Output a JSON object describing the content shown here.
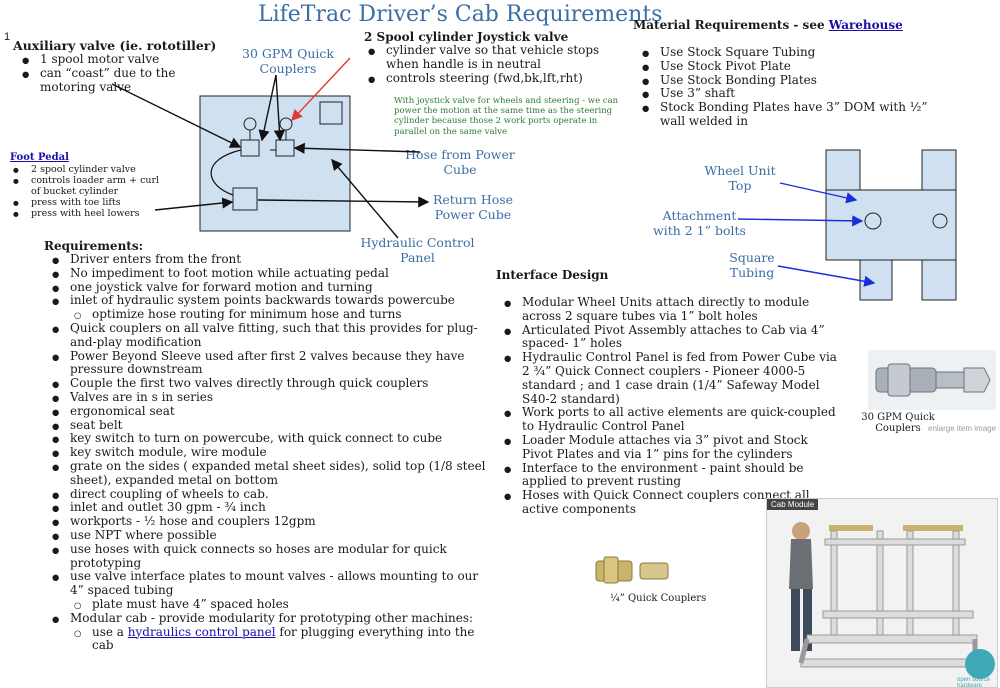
{
  "title": "LifeTrac Driver’s Cab Requirements",
  "footnote_marker": "1",
  "aux_valve": {
    "heading": "Auxiliary valve (ie. rototiller)",
    "items": [
      "1 spool motor valve",
      "can “coast” due to the motoring valve"
    ]
  },
  "diagram_left": {
    "couplers_label": "30 GPM Quick Couplers",
    "hose_from": "Hose from Power Cube",
    "return_hose": "Return Hose Power Cube",
    "control_panel": "Hydraulic Control Panel"
  },
  "joystick": {
    "heading": "2 Spool cylinder Joystick  valve",
    "items": [
      "cylinder valve so that vehicle stops when handle is in neutral",
      "controls steering (fwd,bk,lft,rht)"
    ],
    "note": "With joystick valve for wheels and steering - we can power the motion at the same time as the steering cylinder because those 2 work ports operate in parallel on the same valve"
  },
  "foot_pedal": {
    "heading": "Foot Pedal",
    "items": [
      "2 spool cylinder valve",
      "controls loader arm + curl of bucket cylinder",
      "press with toe lifts",
      "press with heel lowers"
    ]
  },
  "requirements": {
    "heading": "Requirements:",
    "items": [
      {
        "text": "Driver enters from the front",
        "level": 1
      },
      {
        "text": "No impediment to foot motion while actuating pedal",
        "level": 1
      },
      {
        "text": "one joystick valve for forward motion and turning",
        "level": 1
      },
      {
        "text": "inlet of hydraulic system points backwards towards powercube",
        "level": 1
      },
      {
        "text": "optimize hose routing for minimum hose and turns",
        "level": 2
      },
      {
        "text": "Quick couplers on all valve fitting, such that this provides for plug-and-play modification",
        "level": 1
      },
      {
        "text": "Power Beyond Sleeve used after first 2 valves because they have pressure downstream",
        "level": 1
      },
      {
        "text": "Couple the first two valves directly through quick couplers",
        "level": 1
      },
      {
        "text": "Valves are in s in series",
        "level": 1
      },
      {
        "text": "ergonomical seat",
        "level": 1
      },
      {
        "text": "seat belt",
        "level": 1
      },
      {
        "text": "key switch to turn on powercube, with quick connect to cube",
        "level": 1
      },
      {
        "text": "key switch module, wire module",
        "level": 1
      },
      {
        "text": "grate on the sides ( expanded metal sheet  sides), solid top (1/8 steel sheet), expanded metal on bottom",
        "level": 1
      },
      {
        "text": "direct coupling of wheels to cab.",
        "level": 1
      },
      {
        "text": "inlet and outlet 30 gpm - ¾ inch",
        "level": 1
      },
      {
        "text": "workports - ½ hose and couplers 12gpm",
        "level": 1
      },
      {
        "text": "use NPT where possible",
        "level": 1
      },
      {
        "text": "use hoses with quick connects so hoses are modular for quick prototyping",
        "level": 1
      },
      {
        "text": "use valve interface plates to mount valves - allows mounting to our 4” spaced tubing",
        "level": 1
      },
      {
        "text": "plate must have 4” spaced holes",
        "level": 2
      },
      {
        "text": "Modular cab - provide modularity for prototyping other machines:",
        "level": 1
      }
    ],
    "last_sub_prefix": "use a ",
    "last_sub_link": "hydraulics control panel",
    "last_sub_suffix": " for plugging everything into the cab"
  },
  "material": {
    "heading_prefix": "Material Requirements - see ",
    "heading_link": "Warehouse",
    "items": [
      "Use Stock Square Tubing",
      "Use Stock Pivot Plate",
      "Use Stock Bonding Plates",
      "Use 3” shaft",
      "Stock Bonding Plates have  3” DOM with ½” wall welded in"
    ]
  },
  "diagram_right": {
    "wheel_unit": "Wheel Unit Top",
    "attachment": "Attachment with 2 1” bolts",
    "square_tubing": "Square Tubing"
  },
  "interface": {
    "heading": "Interface Design",
    "items": [
      "Modular Wheel Units attach directly to module across 2 square tubes via 1” bolt holes",
      "Articulated Pivot Assembly attaches to Cab via 4” spaced- 1” holes",
      "Hydraulic Control Panel is fed from Power Cube via 2 ¾” Quick Connect couplers - Pioneer 4000-5 standard ; and 1 case drain (1/4” Safeway Model S40-2 standard)",
      "Work ports to all active elements are quick-coupled to Hydraulic Control Panel",
      "Loader Module attaches via 3” pivot and Stock Pivot Plates and via 1” pins for the cylinders",
      "Interface to the environment - paint should be applied to prevent rusting",
      "Hoses with Quick Connect couplers connect all active components"
    ]
  },
  "photos": {
    "coupler_caption": "30 GPM Quick Couplers",
    "enlarge": "enlarge item image",
    "quarter_caption": "¼” Quick Couplers",
    "cab_label": "Cab Module",
    "osh_label": "open source hardware"
  },
  "colors": {
    "accent": "#3a6ea5",
    "panel": "#cfe0f1",
    "note_green": "#2e7d32"
  }
}
